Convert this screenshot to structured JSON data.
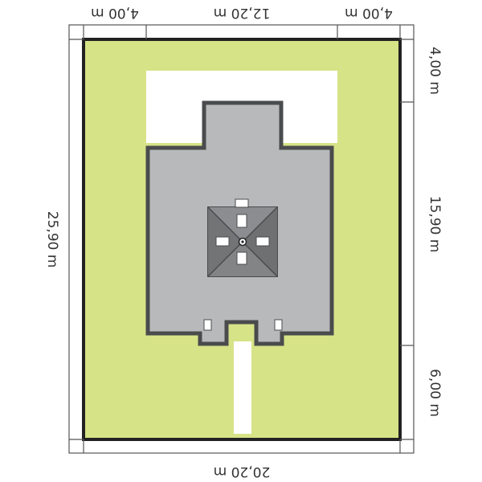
{
  "plan": {
    "dimensions": {
      "top": [
        "4,00 m",
        "12,20 m",
        "4,00 m"
      ],
      "bottom": "20,20 m",
      "left": "25,90 m",
      "right": [
        "4,00 m",
        "15,90 m",
        "6,00 m"
      ]
    },
    "colors": {
      "plot": "#d7e387",
      "plot_border": "#222222",
      "building": "#b8b9bb",
      "building_border": "#4a4b4d",
      "roof_dark": "#6f7072",
      "roof_light": "#8c8d90",
      "margin_band": "#ffffff",
      "path": "#ffffff"
    }
  }
}
